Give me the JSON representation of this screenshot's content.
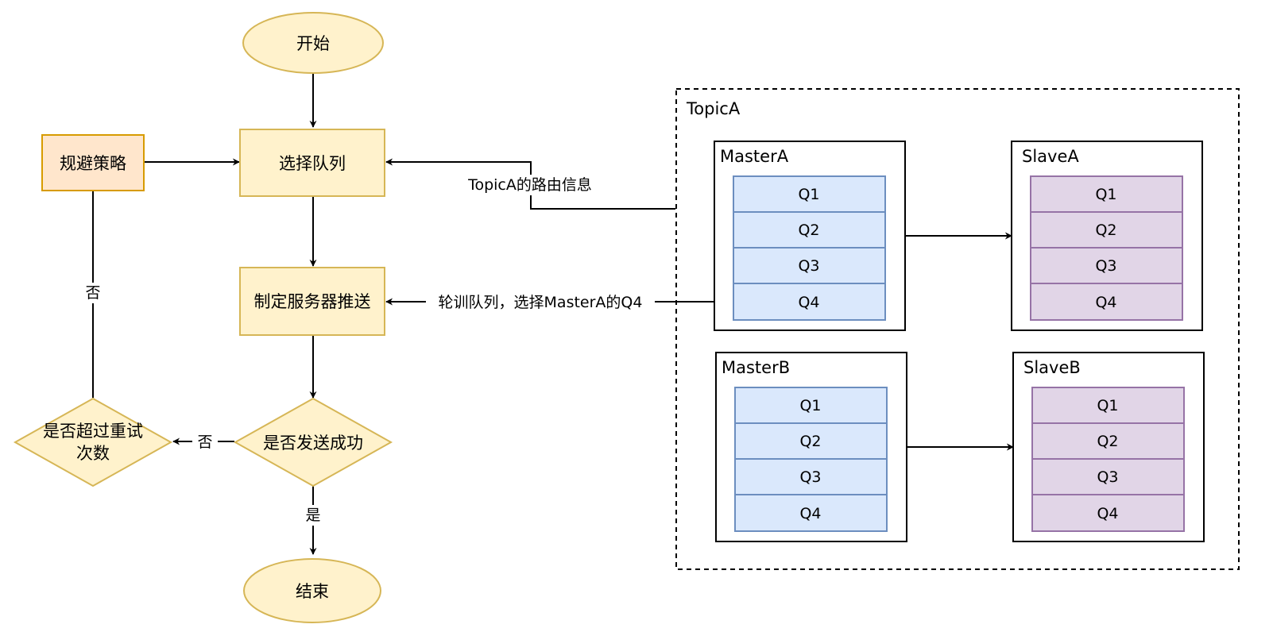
{
  "flow": {
    "start": "开始",
    "select_queue": "选择队列",
    "send_to_server": "制定服务器推送",
    "send_success": "是否发送成功",
    "end": "结束",
    "avoid_strategy": "规避策略",
    "retry_exceeded_line1": "是否超过重试",
    "retry_exceeded_line2": "次数"
  },
  "edges": {
    "no_to_retry": "否",
    "retry_to_avoid": "否",
    "yes_to_end": "是",
    "routing_info": "TopicA的路由信息",
    "round_robin": "轮训队列，选择MasterA的Q4"
  },
  "topic": {
    "title": "TopicA",
    "brokers": [
      {
        "name": "MasterA",
        "queues": [
          "Q1",
          "Q2",
          "Q3",
          "Q4"
        ]
      },
      {
        "name": "SlaveA",
        "queues": [
          "Q1",
          "Q2",
          "Q3",
          "Q4"
        ]
      },
      {
        "name": "MasterB",
        "queues": [
          "Q1",
          "Q2",
          "Q3",
          "Q4"
        ]
      },
      {
        "name": "SlaveB",
        "queues": [
          "Q1",
          "Q2",
          "Q3",
          "Q4"
        ]
      }
    ]
  },
  "colors": {
    "flow_fill": "#fff2cc",
    "flow_stroke": "#d6b656",
    "avoid_fill": "#ffe6cc",
    "avoid_stroke": "#d79b00",
    "master_queue_fill": "#dae8fc",
    "master_queue_stroke": "#6c8ebf",
    "slave_queue_fill": "#e1d5e7",
    "slave_queue_stroke": "#9673a6"
  }
}
